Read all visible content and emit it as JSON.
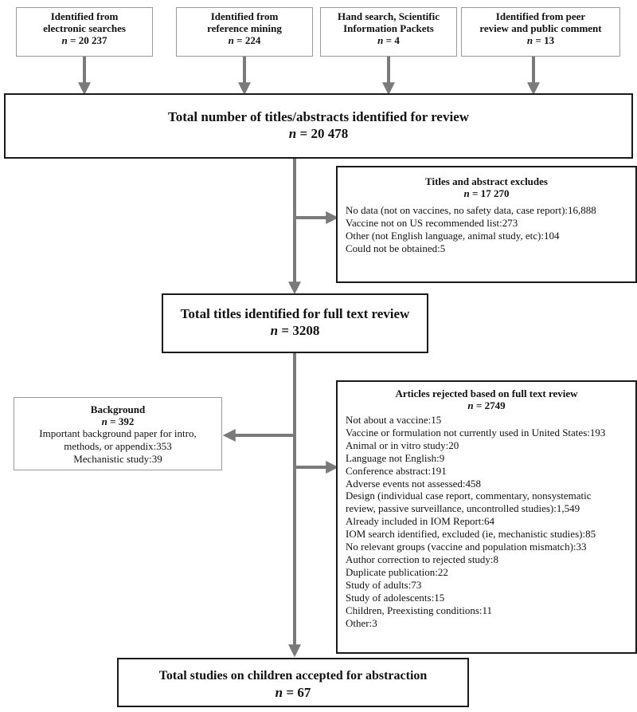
{
  "sources": [
    {
      "line1": "Identified from",
      "line2": "electronic searches",
      "n_label": "n",
      "n_value": " = 20 237"
    },
    {
      "line1": "Identified from",
      "line2": "reference mining",
      "n_label": "n",
      "n_value": " = 224"
    },
    {
      "line1": "Hand search, Scientific",
      "line2": "Information Packets",
      "n_label": "n",
      "n_value": " = 4"
    },
    {
      "line1": "Identified from peer",
      "line2": "review and public comment",
      "n_label": "n",
      "n_value": " = 13"
    }
  ],
  "total_identified": {
    "title": "Total number of titles/abstracts identified for review",
    "n_label": "n",
    "n_value": " = 20 478"
  },
  "title_excludes": {
    "heading": "Titles and abstract excludes",
    "n_label": "n",
    "n_value": " = 17 270",
    "items": [
      "No data (not on vaccines, no safety data, case report):16,888",
      "Vaccine not on US recommended list:273",
      "Other (not English language, animal study, etc):104",
      "Could not be obtained:5"
    ]
  },
  "full_text_review": {
    "title": "Total titles identified for full text review",
    "n_label": "n",
    "n_value": " = 3208"
  },
  "background": {
    "heading": "Background",
    "n_label": "n",
    "n_value": " = 392",
    "items": [
      "Important background paper for intro,",
      "methods, or appendix:353",
      "Mechanistic study:39"
    ]
  },
  "rejected": {
    "heading": "Articles rejected based on full text review",
    "n_label": "n",
    "n_value": " = 2749",
    "items": [
      "Not about a vaccine:15",
      "Vaccine or formulation not currently used in United States:193",
      "Animal or in vitro study:20",
      "Language not English:9",
      "Conference abstract:191",
      "Adverse events not assessed:458",
      "Design (individual case report, commentary, nonsystematic",
      "review, passive surveillance, uncontrolled studies):1,549",
      "Already included in IOM Report:64",
      "IOM search identified, excluded (ie, mechanistic studies):85",
      "No relevant groups (vaccine and population mismatch):33",
      "Author correction to rejected study:8",
      "Duplicate publication:22",
      "Study of adults:73",
      "Study of adolescents:15",
      "Children, Preexisting conditions:11",
      "Other:3"
    ]
  },
  "accepted": {
    "title": "Total studies on children accepted for abstraction",
    "n_label": "n",
    "n_value": " = 67"
  },
  "colors": {
    "arrow": "#7a7a7a",
    "thick_border": "#1a1a1a",
    "thin_border": "#9a9a9a"
  }
}
